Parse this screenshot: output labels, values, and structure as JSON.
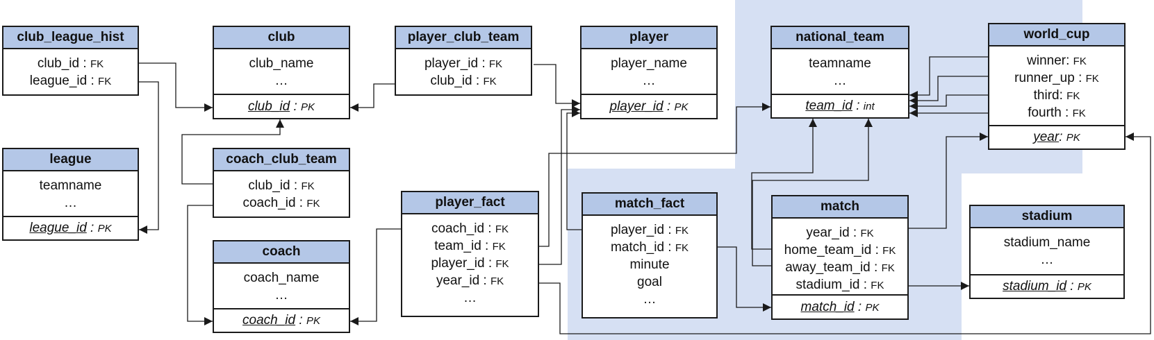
{
  "colors": {
    "header": "#b4c7e7",
    "shade": "#d6e0f3",
    "line": "#1a1a1a"
  },
  "entities": [
    {
      "id": "club_league_hist",
      "title": "club_league_hist",
      "rows": [
        {
          "text": "club_id :",
          "tag": "FK"
        },
        {
          "text": "league_id :",
          "tag": "FK"
        }
      ]
    },
    {
      "id": "league",
      "title": "league",
      "rows": [
        {
          "text": "teamname",
          "tag": ""
        },
        {
          "text": "…",
          "tag": ""
        }
      ],
      "key": {
        "name": "league_id",
        "sep": " : ",
        "type": "PK"
      }
    },
    {
      "id": "club",
      "title": "club",
      "rows": [
        {
          "text": "club_name",
          "tag": ""
        },
        {
          "text": "…",
          "tag": ""
        }
      ],
      "key": {
        "name": "club_id",
        "sep": " : ",
        "type": "PK"
      }
    },
    {
      "id": "coach_club_team",
      "title": "coach_club_team",
      "rows": [
        {
          "text": "club_id :",
          "tag": "FK"
        },
        {
          "text": "coach_id :",
          "tag": "FK"
        }
      ]
    },
    {
      "id": "coach",
      "title": "coach",
      "rows": [
        {
          "text": "coach_name",
          "tag": ""
        },
        {
          "text": "…",
          "tag": ""
        }
      ],
      "key": {
        "name": "coach_id",
        "sep": " : ",
        "type": "PK"
      }
    },
    {
      "id": "player_club_team",
      "title": "player_club_team",
      "rows": [
        {
          "text": "player_id :",
          "tag": "FK"
        },
        {
          "text": "club_id :",
          "tag": "FK"
        }
      ]
    },
    {
      "id": "player_fact",
      "title": "player_fact",
      "rows": [
        {
          "text": "coach_id :",
          "tag": "FK"
        },
        {
          "text": "team_id :",
          "tag": "FK"
        },
        {
          "text": "player_id :",
          "tag": "FK"
        },
        {
          "text": "year_id :",
          "tag": "FK"
        },
        {
          "text": "…",
          "tag": ""
        }
      ]
    },
    {
      "id": "player",
      "title": "player",
      "rows": [
        {
          "text": "player_name",
          "tag": ""
        },
        {
          "text": "…",
          "tag": ""
        }
      ],
      "key": {
        "name": "player_id",
        "sep": " : ",
        "type": "PK"
      }
    },
    {
      "id": "match_fact",
      "title": "match_fact",
      "rows": [
        {
          "text": "player_id :",
          "tag": "FK"
        },
        {
          "text": "match_id :",
          "tag": "FK"
        },
        {
          "text": "minute",
          "tag": ""
        },
        {
          "text": "goal",
          "tag": ""
        },
        {
          "text": "…",
          "tag": ""
        }
      ]
    },
    {
      "id": "national_team",
      "title": "national_team",
      "rows": [
        {
          "text": "teamname",
          "tag": ""
        },
        {
          "text": "…",
          "tag": ""
        }
      ],
      "key": {
        "name": "team_id",
        "sep": " : ",
        "type": "int"
      }
    },
    {
      "id": "match",
      "title": "match",
      "rows": [
        {
          "text": "year_id :",
          "tag": "FK"
        },
        {
          "text": "home_team_id :",
          "tag": "FK"
        },
        {
          "text": "away_team_id :",
          "tag": "FK"
        },
        {
          "text": "stadium_id :",
          "tag": "FK"
        }
      ],
      "key": {
        "name": "match_id",
        "sep": " : ",
        "type": "PK"
      }
    },
    {
      "id": "world_cup",
      "title": "world_cup",
      "rows": [
        {
          "text": "winner:",
          "tag": "FK"
        },
        {
          "text": "runner_up :",
          "tag": "FK"
        },
        {
          "text": "third:",
          "tag": "FK"
        },
        {
          "text": "fourth :",
          "tag": "FK"
        }
      ],
      "key": {
        "name": "year",
        "sep": ": ",
        "type": "PK"
      }
    },
    {
      "id": "stadium",
      "title": "stadium",
      "rows": [
        {
          "text": "stadium_name",
          "tag": ""
        },
        {
          "text": "…",
          "tag": ""
        }
      ],
      "key": {
        "name": "stadium_id",
        "sep": " : ",
        "type": "PK"
      }
    }
  ]
}
